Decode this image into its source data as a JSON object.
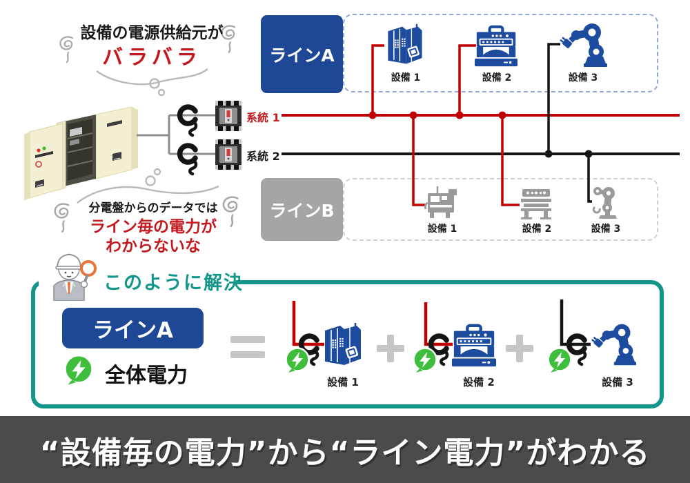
{
  "problem": {
    "thought_top": {
      "line1": "設備の電源供給元が",
      "line2": "バラバラ"
    },
    "thought_bottom": {
      "line1": "分電盤からのデータでは",
      "line2": "ライン毎の電力が",
      "line3": "わからないな"
    },
    "system1_label": "系統 1",
    "system2_label": "系統 2",
    "line_a": {
      "label": "ラインA",
      "equipment": [
        {
          "label": "設備 1"
        },
        {
          "label": "設備 2"
        },
        {
          "label": "設備 3"
        }
      ]
    },
    "line_b": {
      "label": "ラインB",
      "equipment": [
        {
          "label": "設備 1"
        },
        {
          "label": "設備 2"
        },
        {
          "label": "設備 3"
        }
      ]
    }
  },
  "solution": {
    "heading": "このように解決",
    "line_label": "ラインA",
    "total_power_label": "全体電力",
    "equipment": [
      {
        "label": "設備 1"
      },
      {
        "label": "設備 2"
      },
      {
        "label": "設備 3"
      }
    ]
  },
  "banner": {
    "text": "“設備毎の電力”から“ライン電力”がわかる"
  },
  "colors": {
    "accent_blue": "#1e4796",
    "icon_blue": "#1d4c9f",
    "accent_red": "#c00000",
    "text_red": "#c3191e",
    "accent_teal": "#12968a",
    "accent_green": "#3ebe3c",
    "line_b_gray": "#a5a5a5",
    "banner_gray": "#4b4b4b"
  }
}
